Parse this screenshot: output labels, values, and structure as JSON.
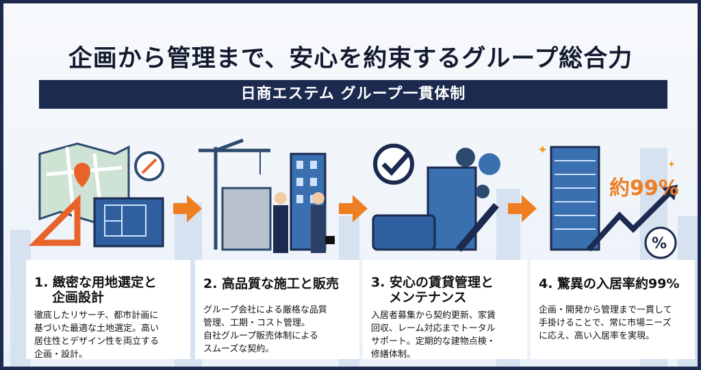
{
  "title": "企画から管理まで、安心を約束するグループ総合力",
  "banner": "日商エステム グループ一貫体制",
  "steps": [
    {
      "title_a": "1. 緻密な用地選定と",
      "title_b": "企画設計",
      "desc": [
        "徹底したリサーチ、都市計画に",
        "基づいた最適な土地選定。高い",
        "居住性とデザイン性を両立する",
        "企画・設計。"
      ]
    },
    {
      "title_a": "2. 高品質な施工と販売",
      "desc": [
        "グループ会社による厳格な品質",
        "管理、工期・コスト管理。",
        "自社グループ販売体制による",
        "スムーズな契約。"
      ]
    },
    {
      "title_a": "3. 安心の賃貸管理と",
      "title_b": "メンテナンス",
      "desc": [
        "入居者募集から契約更新、家賃",
        "回収、レーム対応までトータル",
        "サポート。定期的な建物点検・",
        "修繕体制。"
      ]
    },
    {
      "title_a": "4. 驚異の入居率約99%",
      "desc": [
        "企画・開発から管理まで一貫して",
        "手掛けることで、常に市場ニーズ",
        "に応え、高い入居率を実現。"
      ]
    }
  ],
  "badge": "約99%",
  "percent_symbol": "%",
  "colors": {
    "navy": "#1b2a4e",
    "orange": "#ef7d22",
    "blue": "#3a6fb0"
  }
}
